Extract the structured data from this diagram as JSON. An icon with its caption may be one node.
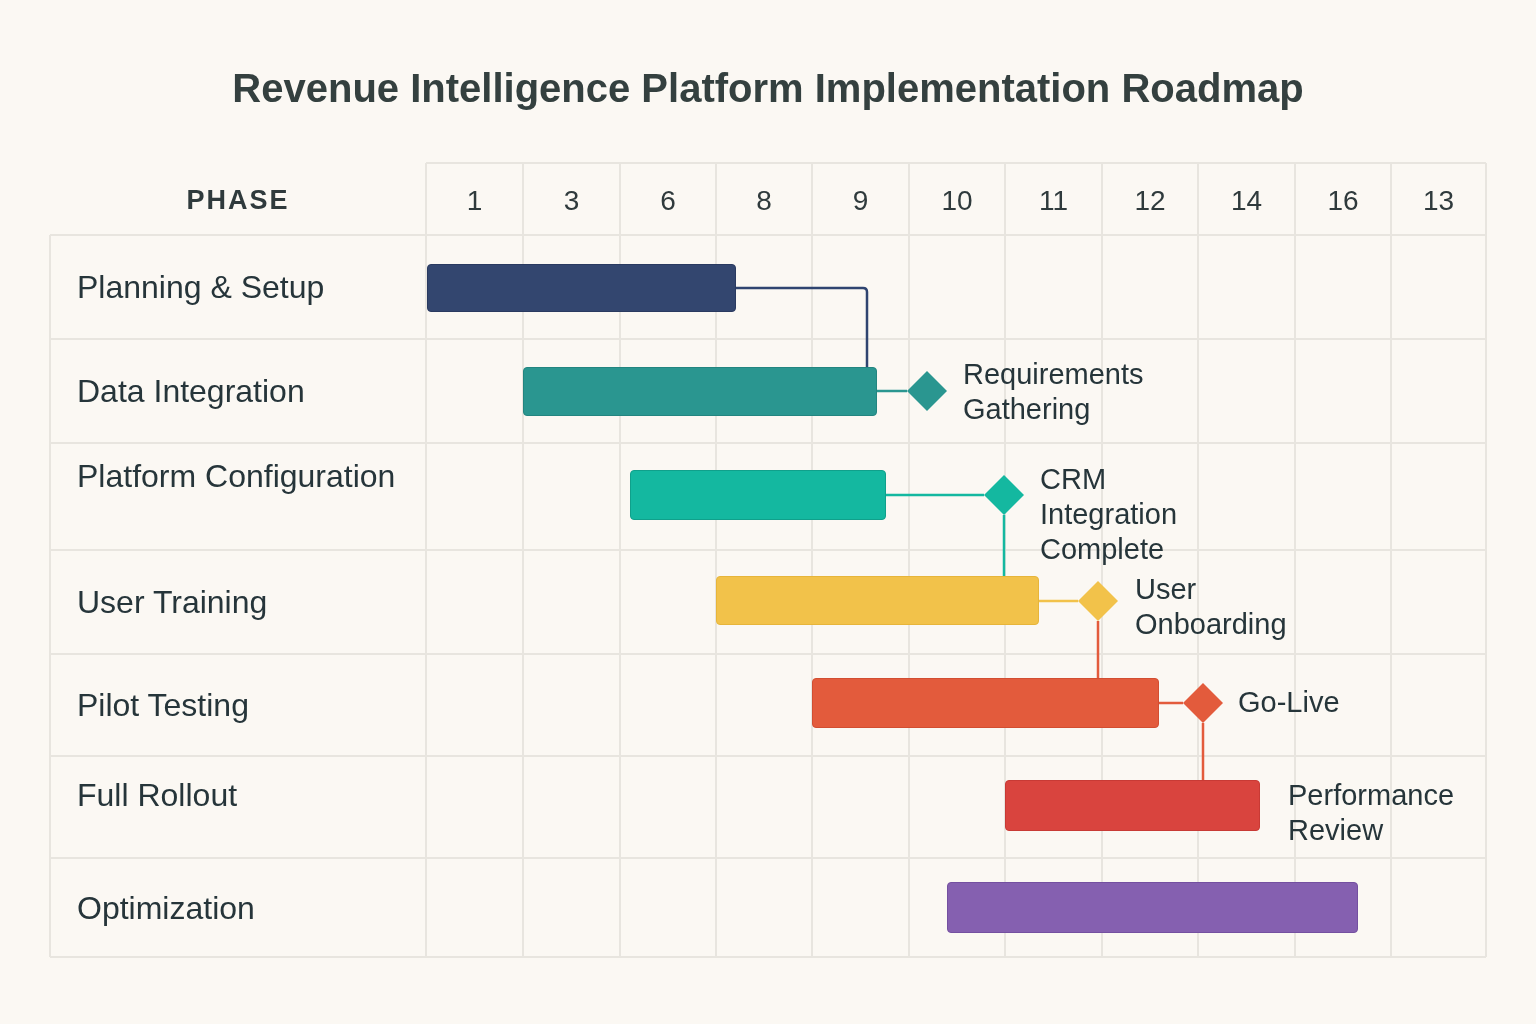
{
  "diagram": {
    "title": "Revenue Intelligence Platform Implementation Roadmap",
    "nodes": [
      {
        "text": [],
        "shape": "bar"
      },
      {
        "text": [],
        "shape": "bar"
      },
      {
        "text": [],
        "shape": "diamond",
        "beside": [
          "Requirements Gathering"
        ]
      },
      {
        "text": [],
        "shape": "bar"
      },
      {
        "text": [],
        "shape": "diamond",
        "beside": [
          "CRM Integration Complete"
        ]
      },
      {
        "text": [],
        "shape": "bar"
      },
      {
        "text": [],
        "shape": "diamond",
        "beside": [
          "User Onboarding"
        ]
      },
      {
        "text": [],
        "shape": "bar"
      },
      {
        "text": [],
        "shape": "diamond",
        "beside": [
          "Go-Live"
        ]
      },
      {
        "text": [],
        "shape": "bar",
        "beside": [
          "Performance Review"
        ]
      },
      {
        "text": [],
        "shape": "bar"
      }
    ],
    "edges": [
      {
        "from": 0,
        "to": 1,
        "arrow": "none",
        "color": "#2f4470"
      },
      {
        "from": 1,
        "to": 2,
        "arrow": "none",
        "color": "#2a9690"
      },
      {
        "from": 3,
        "to": 4,
        "arrow": "none",
        "color": "#14b8a0"
      },
      {
        "from": 4,
        "to": 5,
        "arrow": "none",
        "color": "#14b8a0"
      },
      {
        "from": 5,
        "to": 6,
        "arrow": "none",
        "color": "#f2c24a"
      },
      {
        "from": 6,
        "to": 7,
        "arrow": "none",
        "color": "#e35b3c"
      },
      {
        "from": 7,
        "to": 8,
        "arrow": "none",
        "color": "#e35b3c"
      },
      {
        "from": 8,
        "to": 9,
        "arrow": "none",
        "color": "#e35b3c"
      }
    ],
    "labels": [
      "PHASE",
      "1",
      "3",
      "6",
      "8",
      "9",
      "10",
      "11",
      "12",
      "14",
      "16",
      "13",
      "Planning & Setup",
      "Data Integration",
      "Platform Configuration",
      "User Training",
      "Pilot Testing",
      "Full Rollout",
      "Optimization"
    ]
  }
}
